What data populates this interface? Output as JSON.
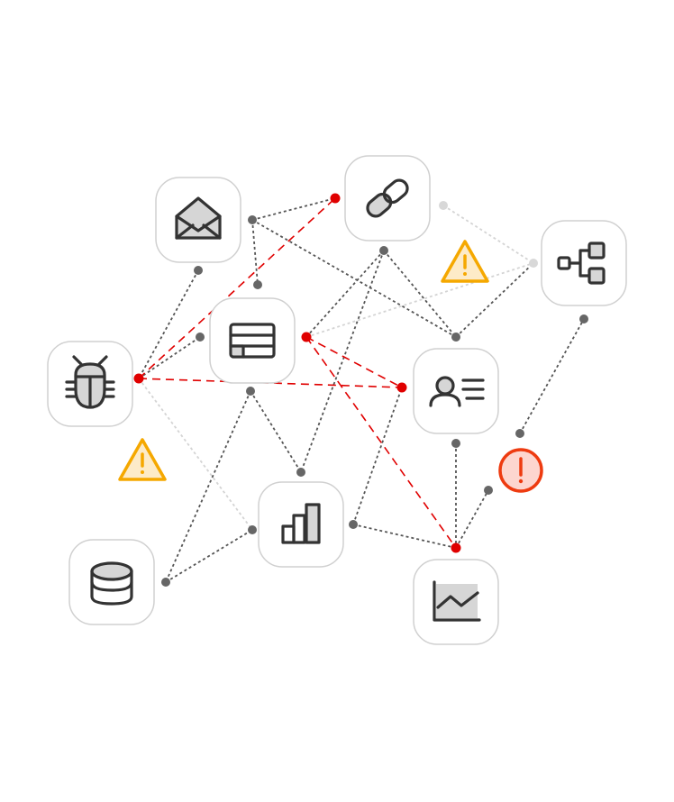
{
  "colors": {
    "background": "#ffffff",
    "node_border": "#d0d0d0",
    "node_fill": "#ffffff",
    "icon_stroke": "#333333",
    "icon_fill": "#d6d6d6",
    "edge_normal": "#555555",
    "edge_faint": "#d4d4d4",
    "edge_alert": "#e00000",
    "dot_normal": "#666666",
    "dot_faint": "#d8d8d8",
    "dot_alert": "#e00000",
    "warning_stroke": "#f5a800",
    "warning_fill": "#fdebc8",
    "error_stroke": "#ee3b10",
    "error_fill": "#fdd6cf"
  },
  "nodes": [
    {
      "id": "mail",
      "icon": "envelope-icon"
    },
    {
      "id": "link",
      "icon": "link-icon"
    },
    {
      "id": "hierarchy",
      "icon": "hierarchy-icon"
    },
    {
      "id": "table",
      "icon": "table-icon"
    },
    {
      "id": "bug",
      "icon": "bug-icon"
    },
    {
      "id": "contact",
      "icon": "contact-card-icon"
    },
    {
      "id": "barchart",
      "icon": "bar-chart-icon"
    },
    {
      "id": "database",
      "icon": "database-icon"
    },
    {
      "id": "areachart",
      "icon": "area-chart-icon"
    }
  ],
  "alerts": [
    {
      "type": "warning",
      "icon": "warning-triangle-icon"
    },
    {
      "type": "warning",
      "icon": "warning-triangle-icon"
    },
    {
      "type": "error",
      "icon": "error-circle-icon"
    }
  ],
  "edge_styles": [
    "normal",
    "faint",
    "alert"
  ]
}
